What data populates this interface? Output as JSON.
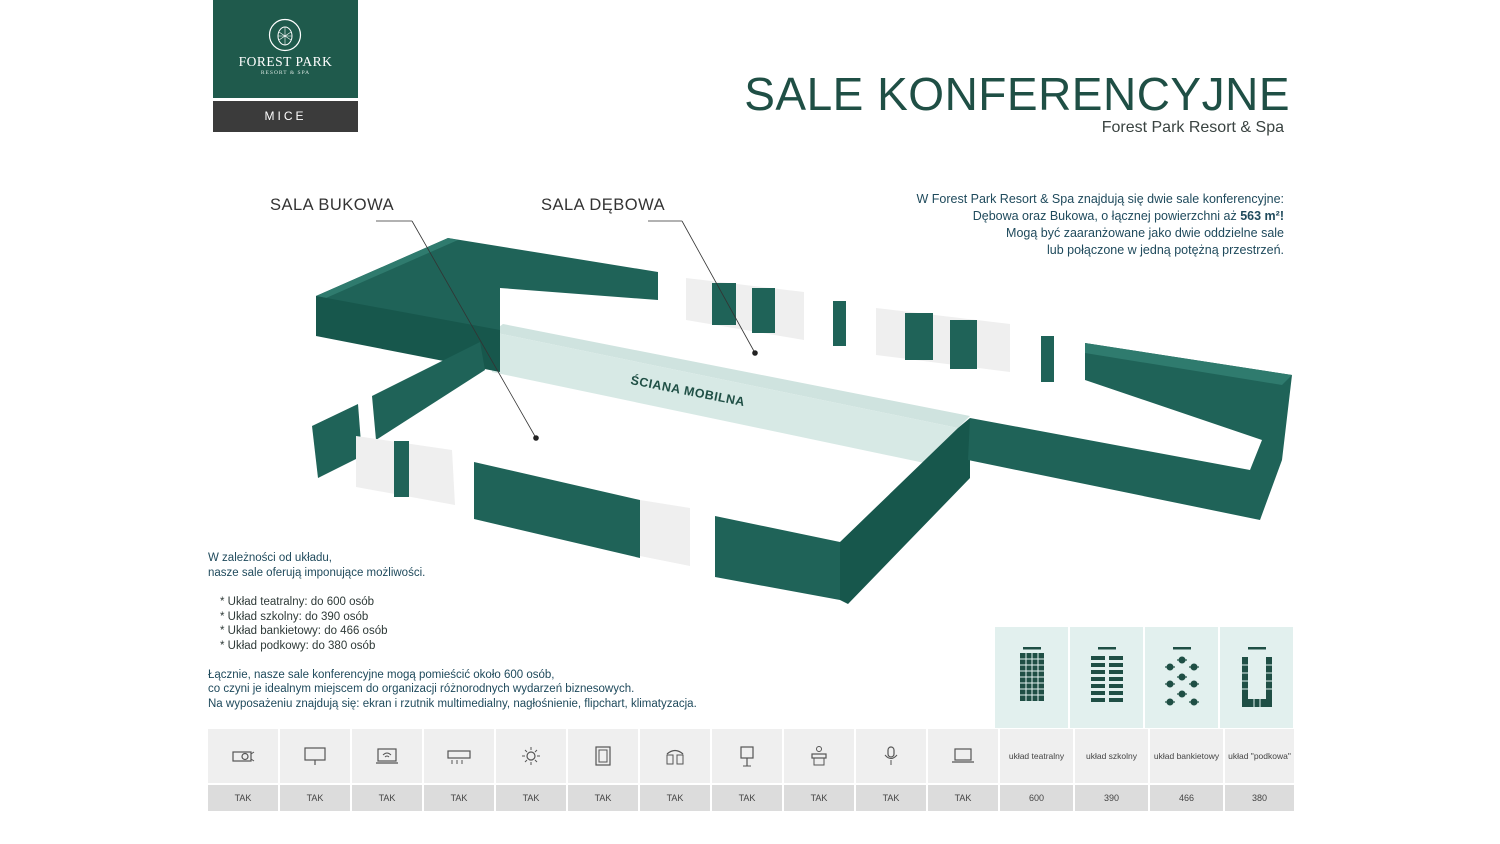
{
  "brand": {
    "name": "FOREST PARK",
    "tagline": "RESORT & SPA",
    "section": "MICE"
  },
  "header": {
    "title": "SALE KONFERENCYJNE",
    "subtitle": "Forest Park Resort & Spa"
  },
  "intro": {
    "line1": "W Forest Park Resort & Spa znajdują się dwie sale konferencyjne:",
    "line2_start": "Dębowa oraz Bukowa, o łącznej powierzchni aż ",
    "line2_area": "563 m²!",
    "line3": "Mogą być zaaranżowane jako dwie oddzielne sale",
    "line4": "lub połączone w jedną potężną przestrzeń."
  },
  "plan": {
    "room_a": "SALA BUKOWA",
    "room_b": "SALA DĘBOWA",
    "mobile_wall": "ŚCIANA MOBILNA"
  },
  "info": {
    "lead1": "W zależności od układu,",
    "lead2": "nasze sale oferują imponujące możliwości.",
    "capacities": [
      "* Układ teatralny: do 600 osób",
      "* Układ szkolny: do 390 osób",
      "* Układ bankietowy: do 466 osób",
      "* Układ podkowy: do 380 osób"
    ],
    "summary1": "Łącznie, nasze sale konferencyjne mogą pomieścić około 600 osób,",
    "summary2": "co czyni je idealnym miejscem do organizacji różnorodnych wydarzeń biznesowych.",
    "summary3": "Na wyposażeniu znajdują się: ekran i rzutnik multimedialny, nagłośnienie, flipchart, klimatyzacja."
  },
  "equipment": [
    {
      "icon": "projector-icon",
      "value": "TAK"
    },
    {
      "icon": "screen-icon",
      "value": "TAK"
    },
    {
      "icon": "wifi-icon",
      "value": "TAK"
    },
    {
      "icon": "air-conditioning-icon",
      "value": "TAK"
    },
    {
      "icon": "daylight-icon",
      "value": "TAK"
    },
    {
      "icon": "window-icon",
      "value": "TAK"
    },
    {
      "icon": "audio-icon",
      "value": "TAK"
    },
    {
      "icon": "flipchart-icon",
      "value": "TAK"
    },
    {
      "icon": "lectern-icon",
      "value": "TAK"
    },
    {
      "icon": "microphone-icon",
      "value": "TAK"
    },
    {
      "icon": "laptop-icon",
      "value": "TAK"
    }
  ],
  "layouts": [
    {
      "icon": "theatre-layout-icon",
      "label": "układ teatralny",
      "value": "600"
    },
    {
      "icon": "school-layout-icon",
      "label": "układ szkolny",
      "value": "390"
    },
    {
      "icon": "banquet-layout-icon",
      "label": "układ bankietowy",
      "value": "466"
    },
    {
      "icon": "horseshoe-layout-icon",
      "label": "układ \"podkowa\"",
      "value": "380"
    }
  ],
  "colors": {
    "brand_green": "#1f5a4c",
    "wall_green": "#1f6358",
    "mobile_wall": "#cfe3df",
    "text_blue": "#1f4a5c"
  }
}
